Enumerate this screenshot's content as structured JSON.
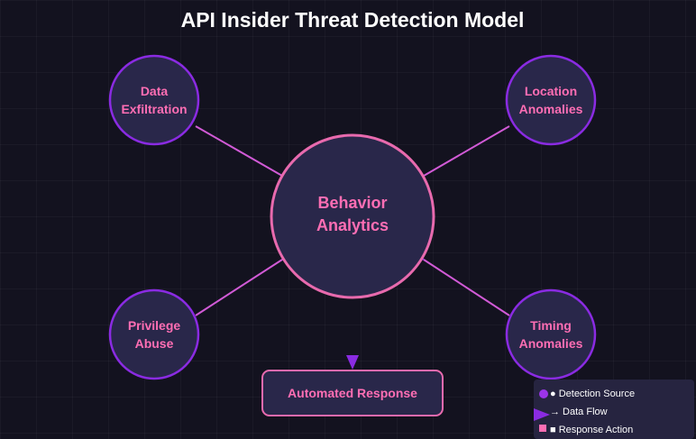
{
  "diagram": {
    "title": "API Insider Threat Detection Model",
    "core": {
      "line1": "Behavior",
      "line2": "Analytics"
    },
    "sources": {
      "data_exfiltration": {
        "line1": "Data",
        "line2": "Exfiltration"
      },
      "location_anomalies": {
        "line1": "Location",
        "line2": "Anomalies"
      },
      "privilege_abuse": {
        "line1": "Privilege",
        "line2": "Abuse"
      },
      "timing_anomalies": {
        "line1": "Timing",
        "line2": "Anomalies"
      }
    },
    "response": {
      "label": "Automated Response"
    },
    "colors": {
      "background": "#13121f",
      "node_fill": "#29274a",
      "source_stroke": "#8a2be2",
      "core_stroke": "#e86aae",
      "label_pink": "#ff6eb4",
      "arrow": "#8a2be2",
      "edge_line": "#d15ad6"
    }
  },
  "legend": {
    "items": [
      {
        "icon": "circle",
        "text": "● Detection Source"
      },
      {
        "icon": "arrow",
        "text": "→ Data Flow"
      },
      {
        "icon": "square",
        "text": "■ Response Action"
      }
    ]
  }
}
